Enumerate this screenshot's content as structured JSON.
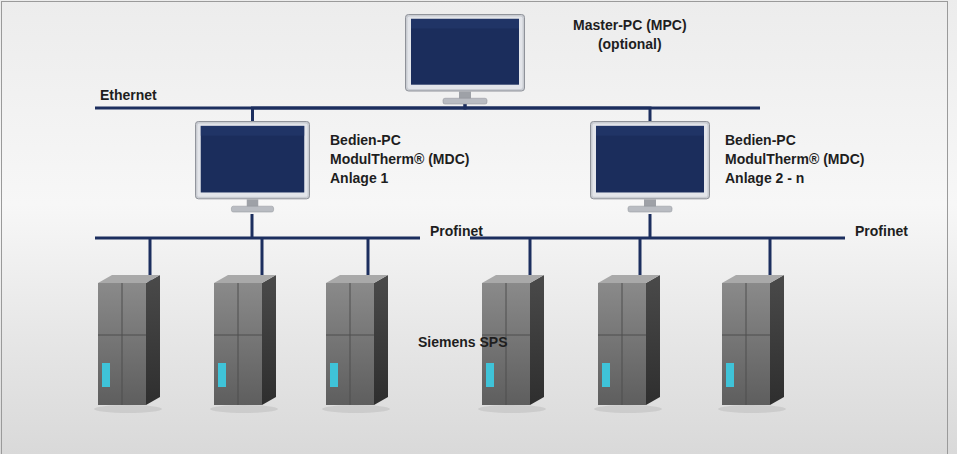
{
  "diagram": {
    "nodes": [
      {
        "text": [
          "Master-PC (MPC)",
          "(optional)"
        ]
      },
      {
        "text": [
          "Bedien-PC ModulTherm® (MDC) Anlage 1"
        ]
      },
      {
        "text": [
          "Bedien-PC ModulTherm® (MDC) Anlage 2 - n"
        ]
      }
    ],
    "edges": [
      {
        "from": 0,
        "to": 1,
        "arrow": "none"
      },
      {
        "from": 0,
        "to": 2,
        "arrow": "none"
      }
    ],
    "labels": [
      "Ethernet",
      "Profinet",
      "Profinet",
      "Siemens SPS"
    ]
  }
}
